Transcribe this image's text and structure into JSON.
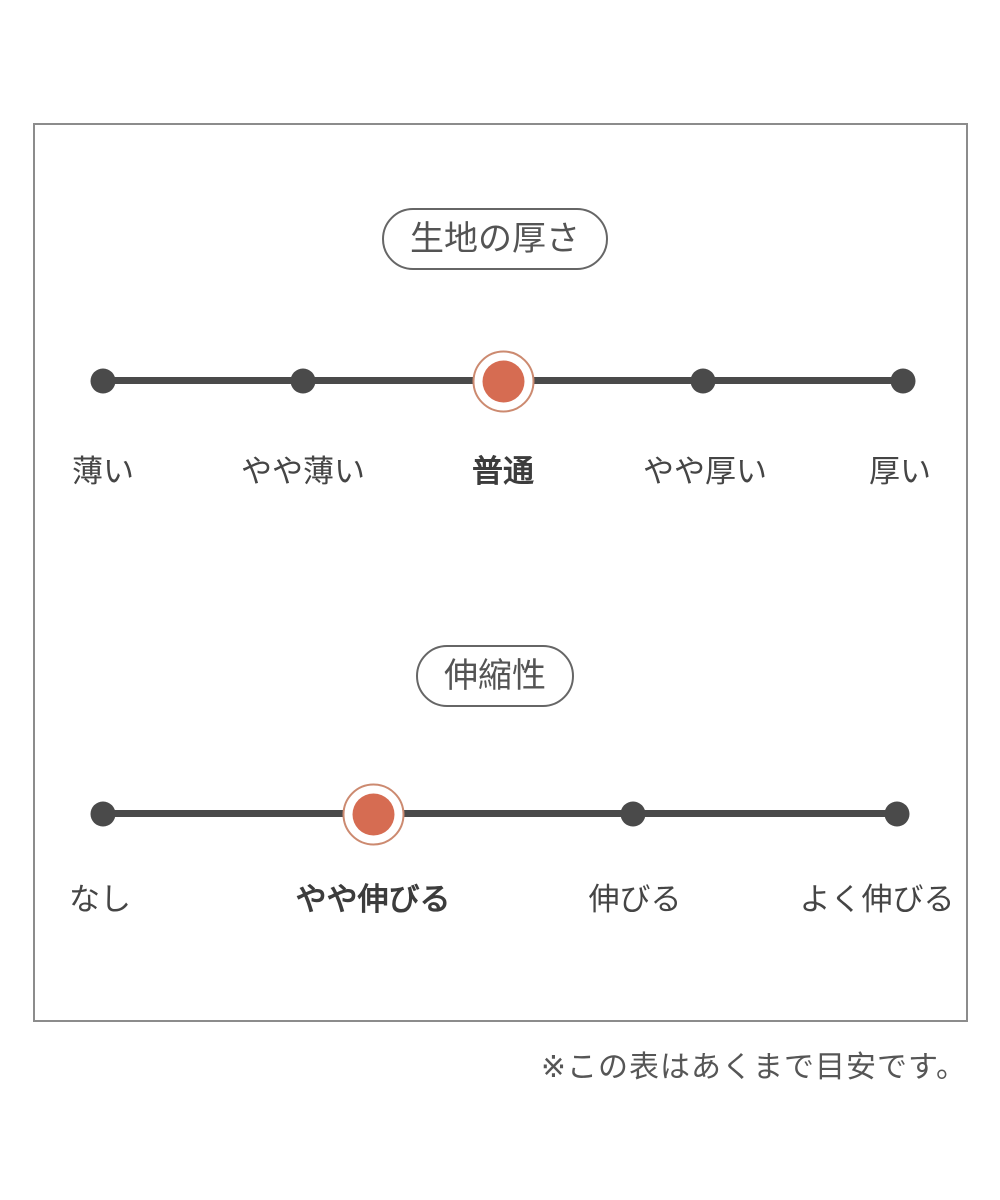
{
  "footnote": "※この表はあくまで目安です。",
  "colors": {
    "accent": "#d66c52",
    "accent_ring": "#cc8a70",
    "scale_dark": "#4a4a4a",
    "label_text": "#454545",
    "pill_border": "#666666",
    "frame_border": "#8c8c8c"
  },
  "sections": [
    {
      "id": "fabric-thickness",
      "title": "生地の厚さ",
      "labels": [
        "薄い",
        "やや薄い",
        "普通",
        "やや厚い",
        "厚い"
      ],
      "selected_index": 2,
      "selected_label": "普通"
    },
    {
      "id": "stretchiness",
      "title": "伸縮性",
      "labels": [
        "なし",
        "やや伸びる",
        "伸びる",
        "よく伸びる"
      ],
      "selected_index": 1,
      "selected_label": "やや伸びる"
    }
  ]
}
